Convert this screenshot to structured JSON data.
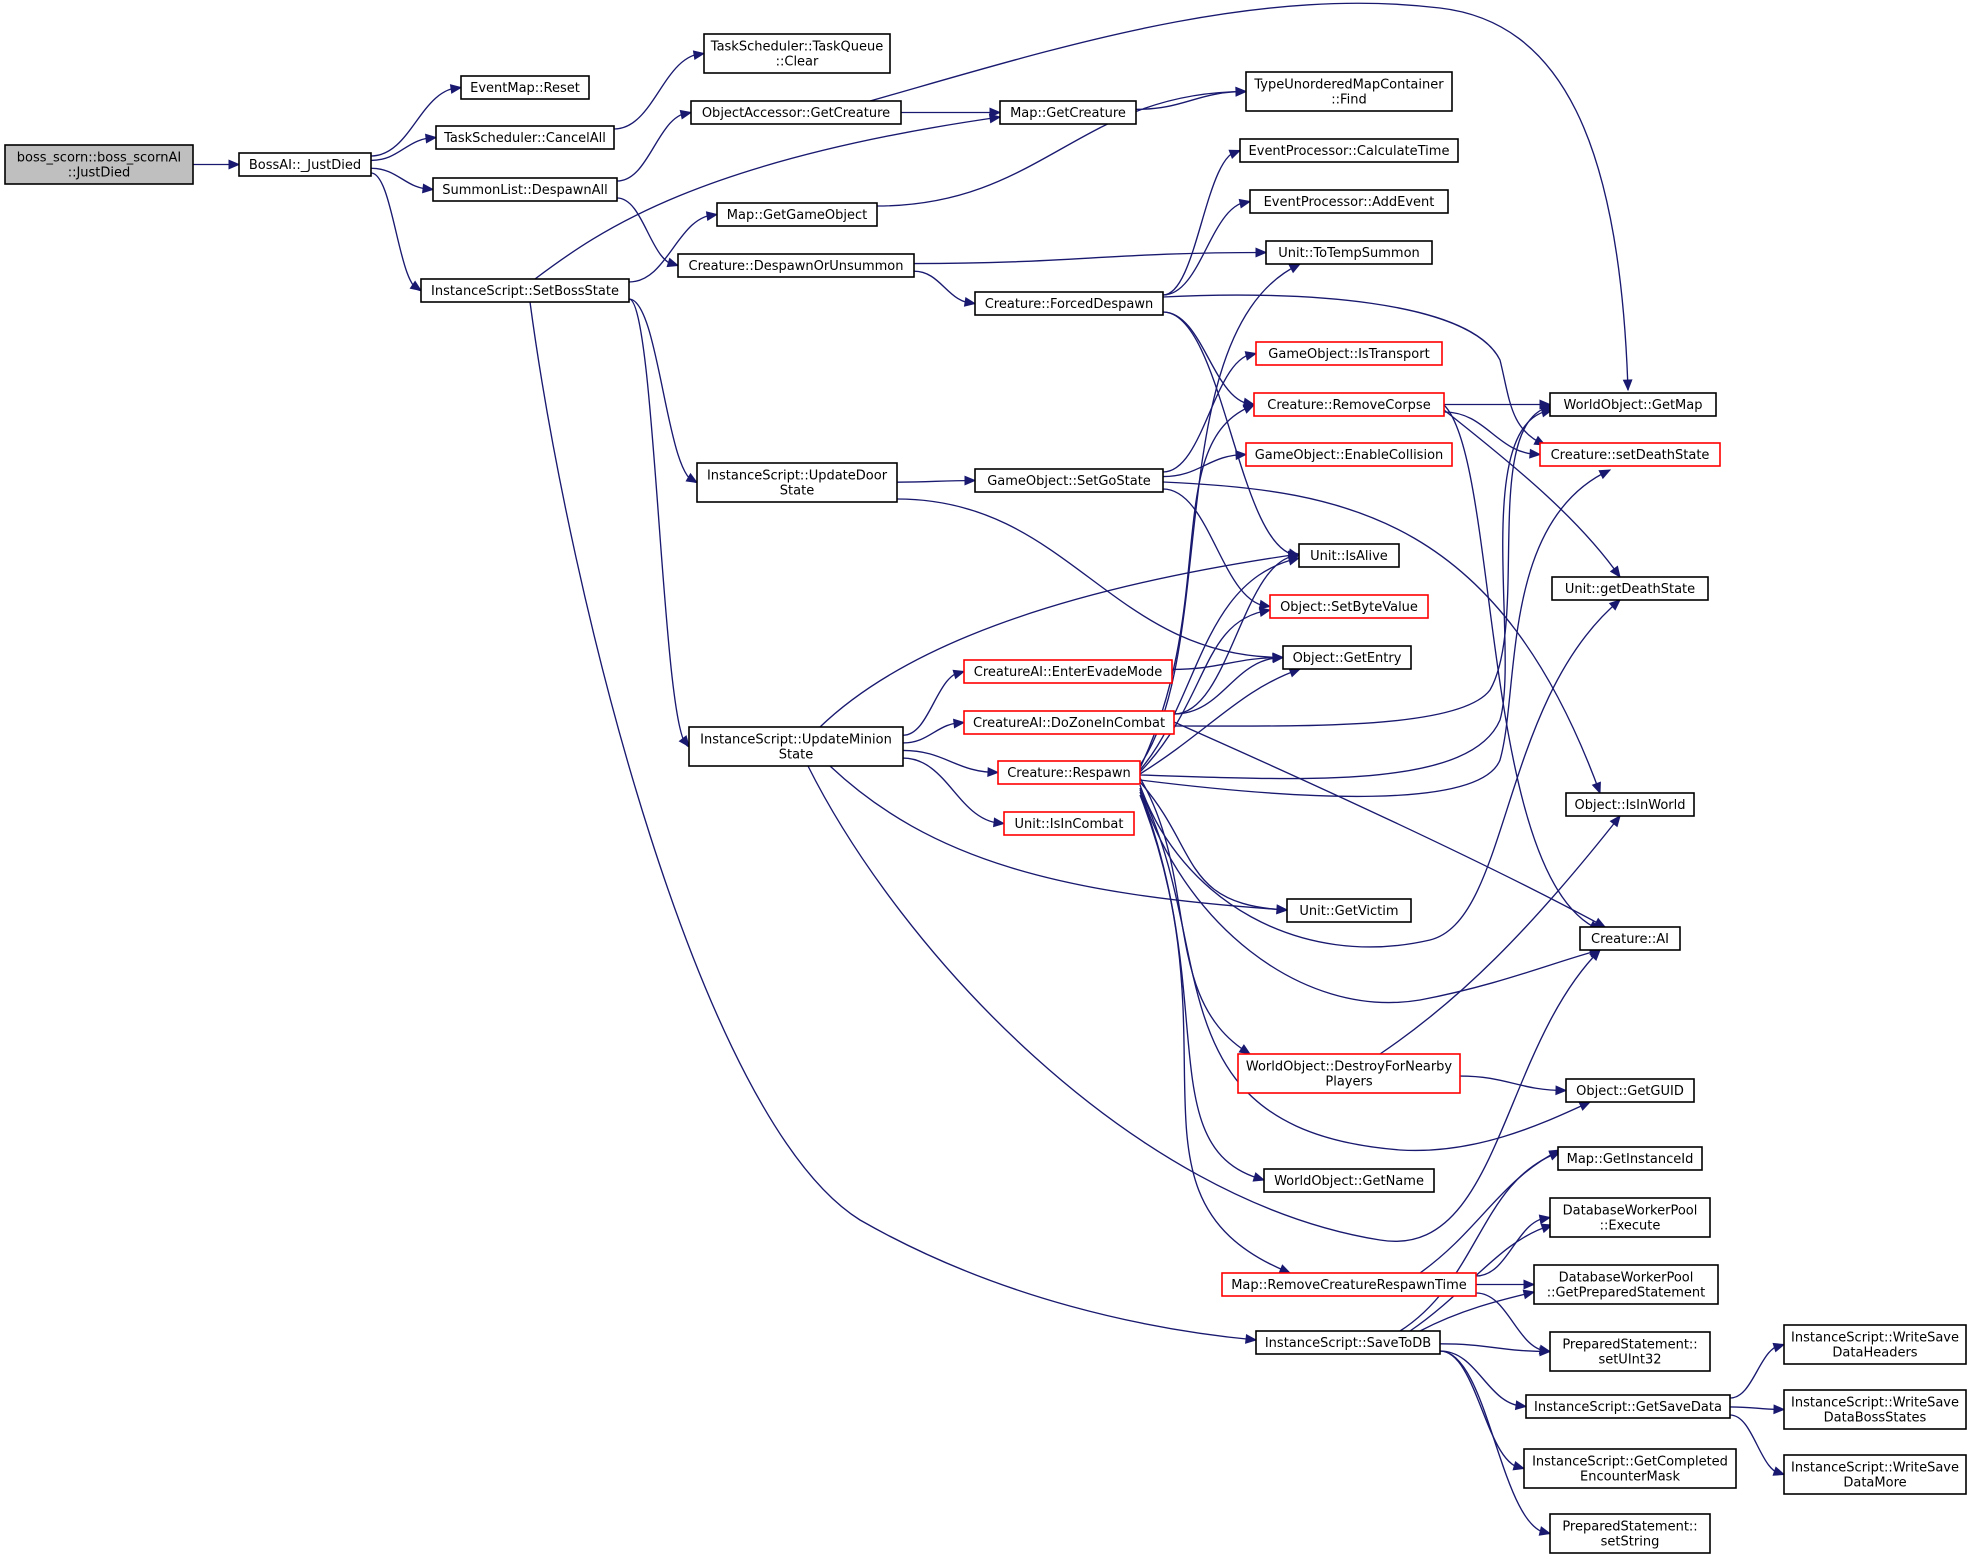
{
  "graph": {
    "colors": {
      "edge": "#191970",
      "node_border": "#000000",
      "truncated_border": "#ff0000",
      "root_fill": "#bfbfbf",
      "node_fill": "#ffffff",
      "text": "#000000"
    },
    "nodes": [
      {
        "id": "root",
        "lines": [
          "boss_scorn::boss_scornAI",
          "::JustDied"
        ],
        "style": "root"
      },
      {
        "id": "bossai",
        "lines": [
          "BossAI::_JustDied"
        ],
        "style": "normal"
      },
      {
        "id": "eventmap_reset",
        "lines": [
          "EventMap::Reset"
        ],
        "style": "normal"
      },
      {
        "id": "ts_cancelall",
        "lines": [
          "TaskScheduler::CancelAll"
        ],
        "style": "normal"
      },
      {
        "id": "summon_despawnall",
        "lines": [
          "SummonList::DespawnAll"
        ],
        "style": "normal"
      },
      {
        "id": "is_setbossstate",
        "lines": [
          "InstanceScript::SetBossState"
        ],
        "style": "normal"
      },
      {
        "id": "ts_clear",
        "lines": [
          "TaskScheduler::TaskQueue",
          "::Clear"
        ],
        "style": "normal"
      },
      {
        "id": "oa_getcreature",
        "lines": [
          "ObjectAccessor::GetCreature"
        ],
        "style": "normal"
      },
      {
        "id": "map_getgameobject",
        "lines": [
          "Map::GetGameObject"
        ],
        "style": "normal"
      },
      {
        "id": "cr_despawnorunsummon",
        "lines": [
          "Creature::DespawnOrUnsummon"
        ],
        "style": "normal"
      },
      {
        "id": "is_updatedoorstate",
        "lines": [
          "InstanceScript::UpdateDoor",
          "State"
        ],
        "style": "normal"
      },
      {
        "id": "is_updateminionstate",
        "lines": [
          "InstanceScript::UpdateMinion",
          "State"
        ],
        "style": "normal"
      },
      {
        "id": "map_getcreature",
        "lines": [
          "Map::GetCreature"
        ],
        "style": "normal"
      },
      {
        "id": "cr_forceddespawn",
        "lines": [
          "Creature::ForcedDespawn"
        ],
        "style": "normal"
      },
      {
        "id": "go_setgostate",
        "lines": [
          "GameObject::SetGoState"
        ],
        "style": "normal"
      },
      {
        "id": "cai_enterevademode",
        "lines": [
          "CreatureAI::EnterEvadeMode"
        ],
        "style": "truncated"
      },
      {
        "id": "cai_dozoneincombat",
        "lines": [
          "CreatureAI::DoZoneInCombat"
        ],
        "style": "truncated"
      },
      {
        "id": "cr_respawn",
        "lines": [
          "Creature::Respawn"
        ],
        "style": "truncated"
      },
      {
        "id": "unit_isincombat",
        "lines": [
          "Unit::IsInCombat"
        ],
        "style": "truncated"
      },
      {
        "id": "tumc_find",
        "lines": [
          "TypeUnorderedMapContainer",
          "::Find"
        ],
        "style": "normal"
      },
      {
        "id": "ep_calculatetime",
        "lines": [
          "EventProcessor::CalculateTime"
        ],
        "style": "normal"
      },
      {
        "id": "ep_addevent",
        "lines": [
          "EventProcessor::AddEvent"
        ],
        "style": "normal"
      },
      {
        "id": "unit_totempsummon",
        "lines": [
          "Unit::ToTempSummon"
        ],
        "style": "normal"
      },
      {
        "id": "go_istransport",
        "lines": [
          "GameObject::IsTransport"
        ],
        "style": "truncated"
      },
      {
        "id": "cr_removecorpse",
        "lines": [
          "Creature::RemoveCorpse"
        ],
        "style": "truncated"
      },
      {
        "id": "go_enablecollision",
        "lines": [
          "GameObject::EnableCollision"
        ],
        "style": "truncated"
      },
      {
        "id": "unit_isalive",
        "lines": [
          "Unit::IsAlive"
        ],
        "style": "normal"
      },
      {
        "id": "obj_setbytevalue",
        "lines": [
          "Object::SetByteValue"
        ],
        "style": "truncated"
      },
      {
        "id": "obj_getentry",
        "lines": [
          "Object::GetEntry"
        ],
        "style": "normal"
      },
      {
        "id": "unit_getvictim",
        "lines": [
          "Unit::GetVictim"
        ],
        "style": "normal"
      },
      {
        "id": "wo_destroyfornearby",
        "lines": [
          "WorldObject::DestroyForNearby",
          "Players"
        ],
        "style": "truncated"
      },
      {
        "id": "wo_getname",
        "lines": [
          "WorldObject::GetName"
        ],
        "style": "normal"
      },
      {
        "id": "map_removecreaturerespawntime",
        "lines": [
          "Map::RemoveCreatureRespawnTime"
        ],
        "style": "truncated"
      },
      {
        "id": "is_savetodb",
        "lines": [
          "InstanceScript::SaveToDB"
        ],
        "style": "normal"
      },
      {
        "id": "wo_getmap",
        "lines": [
          "WorldObject::GetMap"
        ],
        "style": "normal"
      },
      {
        "id": "cr_setdeathstate",
        "lines": [
          "Creature::setDeathState"
        ],
        "style": "truncated"
      },
      {
        "id": "unit_getdeathstate",
        "lines": [
          "Unit::getDeathState"
        ],
        "style": "normal"
      },
      {
        "id": "obj_isinworld",
        "lines": [
          "Object::IsInWorld"
        ],
        "style": "normal"
      },
      {
        "id": "cr_ai",
        "lines": [
          "Creature::AI"
        ],
        "style": "normal"
      },
      {
        "id": "obj_getguid",
        "lines": [
          "Object::GetGUID"
        ],
        "style": "normal"
      },
      {
        "id": "map_getinstanceid",
        "lines": [
          "Map::GetInstanceId"
        ],
        "style": "normal"
      },
      {
        "id": "dwp_execute",
        "lines": [
          "DatabaseWorkerPool",
          "::Execute"
        ],
        "style": "normal"
      },
      {
        "id": "dwp_getpreparedstatement",
        "lines": [
          "DatabaseWorkerPool",
          "::GetPreparedStatement"
        ],
        "style": "normal"
      },
      {
        "id": "ps_setuint32",
        "lines": [
          "PreparedStatement::",
          "setUInt32"
        ],
        "style": "normal"
      },
      {
        "id": "is_getsavedata",
        "lines": [
          "InstanceScript::GetSaveData"
        ],
        "style": "normal"
      },
      {
        "id": "is_getcompletedencountermask",
        "lines": [
          "InstanceScript::GetCompleted",
          "EncounterMask"
        ],
        "style": "normal"
      },
      {
        "id": "ps_setstring",
        "lines": [
          "PreparedStatement::",
          "setString"
        ],
        "style": "normal"
      },
      {
        "id": "is_writesavedataheaders",
        "lines": [
          "InstanceScript::WriteSave",
          "DataHeaders"
        ],
        "style": "normal"
      },
      {
        "id": "is_writesavedatabossstates",
        "lines": [
          "InstanceScript::WriteSave",
          "DataBossStates"
        ],
        "style": "normal"
      },
      {
        "id": "is_writesavedatamore",
        "lines": [
          "InstanceScript::WriteSave",
          "DataMore"
        ],
        "style": "normal"
      }
    ],
    "edges": [
      [
        "root",
        "bossai"
      ],
      [
        "bossai",
        "eventmap_reset"
      ],
      [
        "bossai",
        "ts_cancelall"
      ],
      [
        "bossai",
        "summon_despawnall"
      ],
      [
        "bossai",
        "is_setbossstate"
      ],
      [
        "ts_cancelall",
        "ts_clear"
      ],
      [
        "summon_despawnall",
        "oa_getcreature"
      ],
      [
        "summon_despawnall",
        "cr_despawnorunsummon"
      ],
      [
        "is_setbossstate",
        "map_getcreature"
      ],
      [
        "is_setbossstate",
        "map_getgameobject"
      ],
      [
        "is_setbossstate",
        "is_updatedoorstate"
      ],
      [
        "is_setbossstate",
        "is_updateminionstate"
      ],
      [
        "is_setbossstate",
        "is_savetodb"
      ],
      [
        "oa_getcreature",
        "map_getcreature"
      ],
      [
        "oa_getcreature",
        "wo_getmap"
      ],
      [
        "map_getgameobject",
        "tumc_find"
      ],
      [
        "map_getcreature",
        "tumc_find"
      ],
      [
        "cr_despawnorunsummon",
        "unit_totempsummon"
      ],
      [
        "cr_despawnorunsummon",
        "cr_forceddespawn"
      ],
      [
        "cr_forceddespawn",
        "ep_calculatetime"
      ],
      [
        "cr_forceddespawn",
        "ep_addevent"
      ],
      [
        "cr_forceddespawn",
        "cr_removecorpse"
      ],
      [
        "cr_forceddespawn",
        "unit_isalive"
      ],
      [
        "cr_forceddespawn",
        "cr_setdeathstate"
      ],
      [
        "is_updatedoorstate",
        "go_setgostate"
      ],
      [
        "is_updatedoorstate",
        "obj_getentry"
      ],
      [
        "go_setgostate",
        "go_istransport"
      ],
      [
        "go_setgostate",
        "go_enablecollision"
      ],
      [
        "go_setgostate",
        "obj_setbytevalue"
      ],
      [
        "go_setgostate",
        "obj_isinworld"
      ],
      [
        "is_updateminionstate",
        "cai_enterevademode"
      ],
      [
        "is_updateminionstate",
        "cai_dozoneincombat"
      ],
      [
        "is_updateminionstate",
        "cr_respawn"
      ],
      [
        "is_updateminionstate",
        "unit_isincombat"
      ],
      [
        "is_updateminionstate",
        "unit_isalive"
      ],
      [
        "is_updateminionstate",
        "unit_getvictim"
      ],
      [
        "is_updateminionstate",
        "cr_ai"
      ],
      [
        "cai_enterevademode",
        "obj_getentry"
      ],
      [
        "cai_dozoneincombat",
        "obj_getentry"
      ],
      [
        "cai_dozoneincombat",
        "unit_isalive"
      ],
      [
        "cai_dozoneincombat",
        "wo_getmap"
      ],
      [
        "cai_dozoneincombat",
        "cr_ai"
      ],
      [
        "cr_respawn",
        "unit_totempsummon"
      ],
      [
        "cr_respawn",
        "cr_removecorpse"
      ],
      [
        "cr_respawn",
        "unit_isalive"
      ],
      [
        "cr_respawn",
        "obj_setbytevalue"
      ],
      [
        "cr_respawn",
        "obj_getentry"
      ],
      [
        "cr_respawn",
        "wo_getmap"
      ],
      [
        "cr_respawn",
        "cr_setdeathstate"
      ],
      [
        "cr_respawn",
        "unit_getdeathstate"
      ],
      [
        "cr_respawn",
        "unit_getvictim"
      ],
      [
        "cr_respawn",
        "cr_ai"
      ],
      [
        "cr_respawn",
        "wo_destroyfornearby"
      ],
      [
        "cr_respawn",
        "obj_getguid"
      ],
      [
        "cr_respawn",
        "wo_getname"
      ],
      [
        "cr_respawn",
        "map_removecreaturerespawntime"
      ],
      [
        "cr_removecorpse",
        "wo_getmap"
      ],
      [
        "cr_removecorpse",
        "cr_setdeathstate"
      ],
      [
        "cr_removecorpse",
        "unit_getdeathstate"
      ],
      [
        "cr_removecorpse",
        "cr_ai"
      ],
      [
        "wo_destroyfornearby",
        "obj_isinworld"
      ],
      [
        "wo_destroyfornearby",
        "obj_getguid"
      ],
      [
        "map_removecreaturerespawntime",
        "map_getinstanceid"
      ],
      [
        "map_removecreaturerespawntime",
        "dwp_execute"
      ],
      [
        "map_removecreaturerespawntime",
        "dwp_getpreparedstatement"
      ],
      [
        "map_removecreaturerespawntime",
        "ps_setuint32"
      ],
      [
        "is_savetodb",
        "map_getinstanceid"
      ],
      [
        "is_savetodb",
        "dwp_execute"
      ],
      [
        "is_savetodb",
        "dwp_getpreparedstatement"
      ],
      [
        "is_savetodb",
        "ps_setuint32"
      ],
      [
        "is_savetodb",
        "is_getsavedata"
      ],
      [
        "is_savetodb",
        "is_getcompletedencountermask"
      ],
      [
        "is_savetodb",
        "ps_setstring"
      ],
      [
        "is_getsavedata",
        "is_writesavedataheaders"
      ],
      [
        "is_getsavedata",
        "is_writesavedatabossstates"
      ],
      [
        "is_getsavedata",
        "is_writesavedatamore"
      ]
    ]
  }
}
